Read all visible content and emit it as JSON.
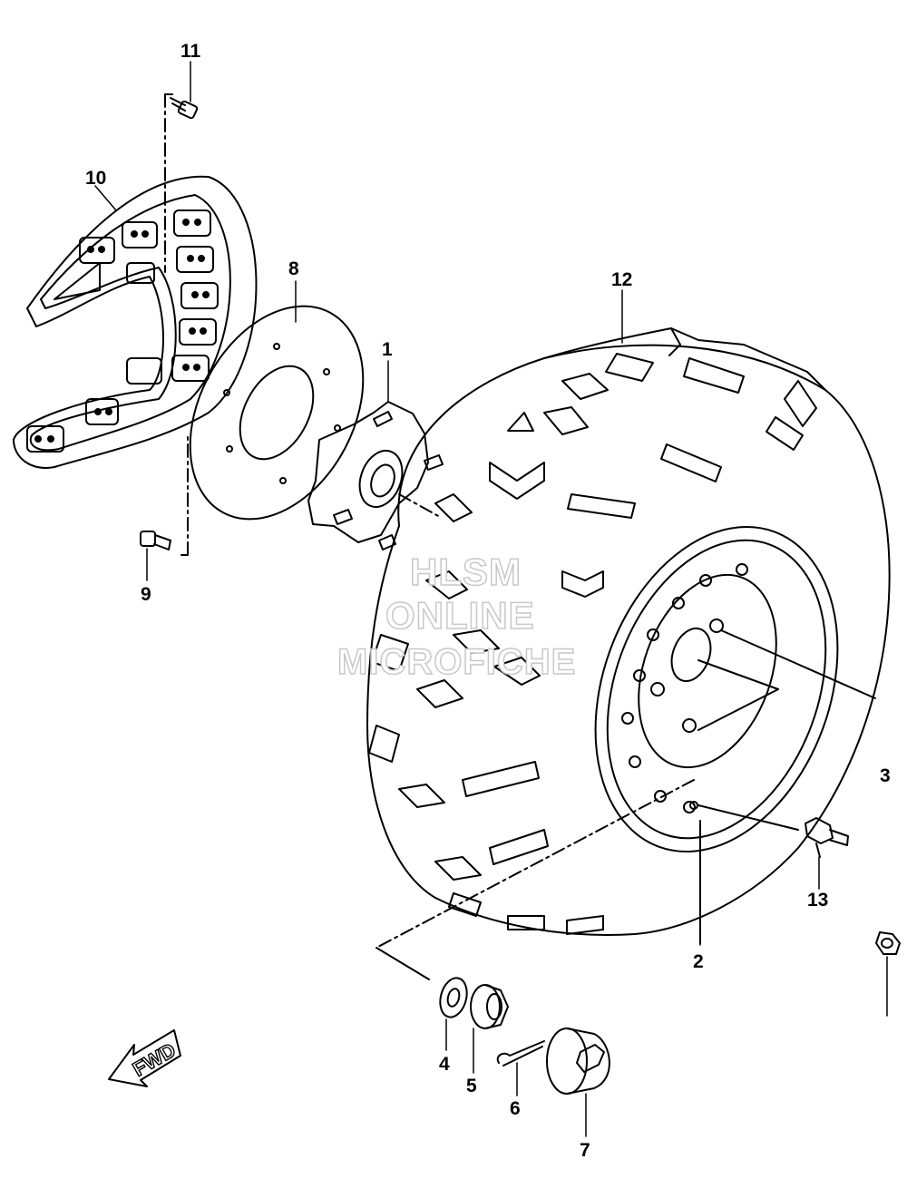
{
  "parts": {
    "p1": "1",
    "p2": "2",
    "p3": "3",
    "p4": "4",
    "p5": "5",
    "p6": "6",
    "p7": "7",
    "p8": "8",
    "p9": "9",
    "p10": "10",
    "p11": "11",
    "p12": "12",
    "p13": "13"
  },
  "watermark": {
    "line1": "HLSM",
    "line2": "ONLINE",
    "line3": "MICROFICHE"
  },
  "direction": {
    "label": "FWD"
  },
  "colors": {
    "line": "#000000",
    "watermark": "#c8c8c8",
    "background": "#ffffff"
  }
}
